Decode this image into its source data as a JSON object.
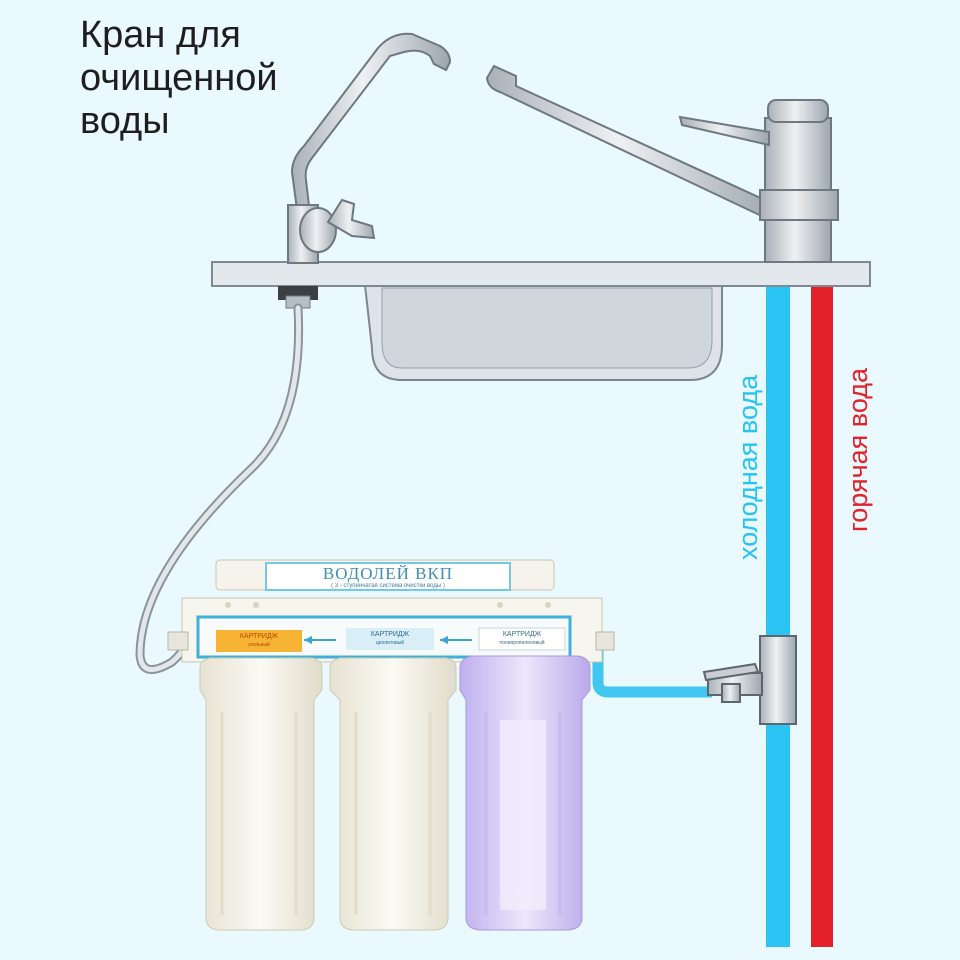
{
  "labels": {
    "faucet": "Кран для\nочищенной\nводы",
    "cold_water": "холодная вода",
    "hot_water": "горячая вода"
  },
  "filter_unit": {
    "brand": "ВОДОЛЕЙ ВКП",
    "subtitle": "( 3 - ступенчатая система очистки воды )",
    "cartridges": [
      {
        "title": "КАРТРИДЖ",
        "subtitle": "угольный"
      },
      {
        "title": "КАРТРИДЖ",
        "subtitle": "цеолитовый"
      },
      {
        "title": "КАРТРИДЖ",
        "subtitle": "полипропиленовый"
      }
    ]
  },
  "colors": {
    "background": "#eaf9fd",
    "cold_pipe": "#29c4f4",
    "hot_pipe": "#e4202a",
    "outlet_tube": "#41c6f0",
    "countertop": "#dfe5ea",
    "housing_opaque": "#f4f2e7",
    "housing_clear": "#d8cdf6",
    "chrome": "#d0d5da"
  }
}
